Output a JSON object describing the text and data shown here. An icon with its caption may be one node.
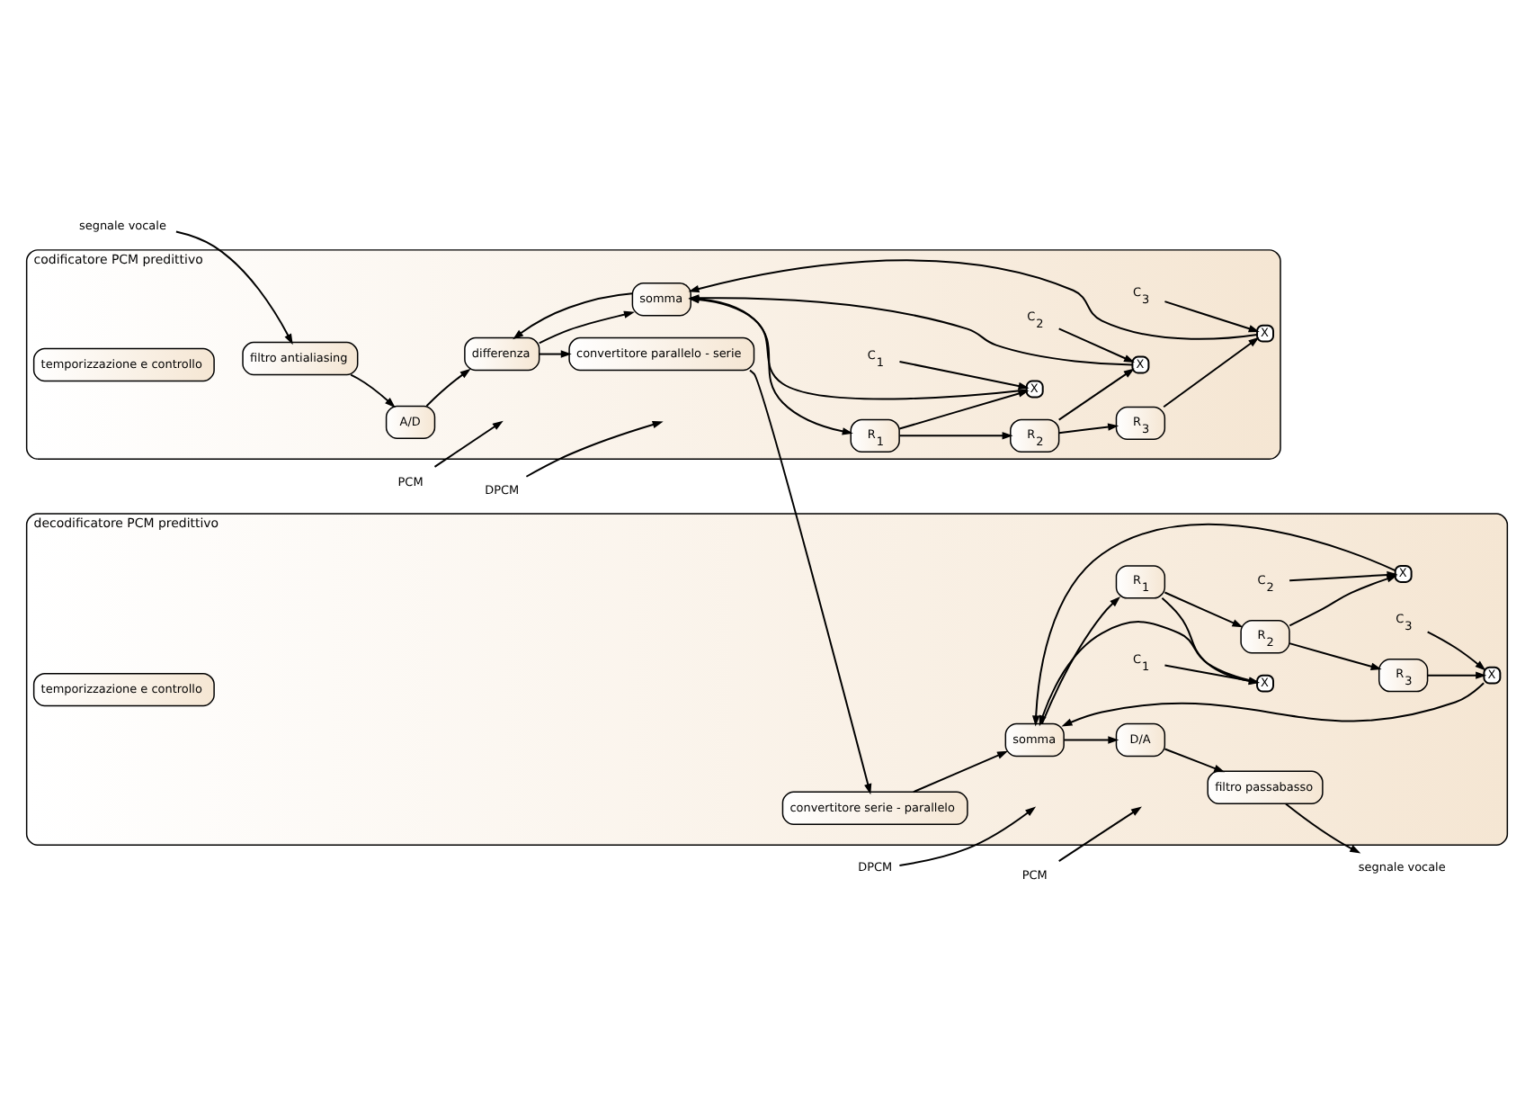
{
  "diagram": {
    "nodes": [
      {
        "text": [
          "segnale vocale"
        ]
      },
      {
        "text": [
          "codificatore PCM predittivo"
        ]
      },
      {
        "text": [
          "filtro antialiasing"
        ],
        "in": 1
      },
      {
        "text": [
          "A/D"
        ],
        "in": 1
      },
      {
        "text": [
          "differenza"
        ],
        "in": 1
      },
      {
        "text": [
          "convertitore parallelo - serie"
        ],
        "in": 1
      },
      {
        "text": [
          "somma"
        ],
        "in": 1
      },
      {
        "text": [
          "temporizzazione e controllo"
        ],
        "in": 1
      },
      {
        "text": [
          "X"
        ],
        "in": 1
      },
      {
        "text": [
          "X"
        ],
        "in": 1
      },
      {
        "text": [
          "X"
        ],
        "in": 1
      },
      {
        "text": [
          "R$_{1}$"
        ],
        "in": 1
      },
      {
        "text": [
          "R$_{2}$"
        ],
        "in": 1
      },
      {
        "text": [
          "R$_{3}$"
        ],
        "in": 1
      },
      {
        "text": [
          "C$_{1}$"
        ],
        "in": 1
      },
      {
        "text": [
          "C$_{2}$"
        ],
        "in": 1
      },
      {
        "text": [
          "C$_{3}$"
        ],
        "in": 1
      },
      {
        "text": [
          "PCM"
        ]
      },
      {
        "text": [
          "DPCM"
        ]
      },
      {
        "text": [
          "decodificatore PCM predittivo"
        ]
      },
      {
        "text": [
          "segnale vocale"
        ]
      },
      {
        "text": [
          "filtro passabasso"
        ],
        "in": 19
      },
      {
        "text": [
          "D/A"
        ],
        "in": 19
      },
      {
        "text": [
          "somma"
        ],
        "in": 19
      },
      {
        "text": [
          "convertitore serie - parallelo"
        ],
        "in": 19
      },
      {
        "text": [
          "temporizzazione e controllo"
        ],
        "in": 19
      },
      {
        "text": [
          "X"
        ],
        "in": 19
      },
      {
        "text": [
          "X"
        ],
        "in": 19
      },
      {
        "text": [
          "X"
        ],
        "in": 19
      },
      {
        "text": [
          "R$_{1}$"
        ],
        "in": 19
      },
      {
        "text": [
          "R$_{2}$"
        ],
        "in": 19
      },
      {
        "text": [
          "R$_{3}$"
        ],
        "in": 19
      },
      {
        "text": [
          "C$_{1}$"
        ],
        "in": 19
      },
      {
        "text": [
          "C$_{2}$"
        ],
        "in": 19
      },
      {
        "text": [
          "C$_{3}$"
        ],
        "in": 19
      },
      {
        "text": [
          "PCM"
        ]
      },
      {
        "text": [
          "DPCM"
        ]
      }
    ],
    "edges": [
      {
        "from": 0,
        "to": 2,
        "arrow": "to"
      },
      {
        "from": 2,
        "to": 3,
        "arrow": "to"
      },
      {
        "from": 3,
        "to": 4,
        "arrow": "to"
      },
      {
        "from": 4,
        "to": 5,
        "arrow": "to"
      },
      {
        "from": 4,
        "to": 6,
        "arrow": "to"
      },
      {
        "from": 6,
        "to": 4,
        "arrow": "to"
      },
      {
        "from": 6,
        "to": 11,
        "arrow": "to"
      },
      {
        "from": 11,
        "to": 12,
        "arrow": "to"
      },
      {
        "from": 12,
        "to": 13,
        "arrow": "to"
      },
      {
        "from": 11,
        "to": 8,
        "arrow": "to"
      },
      {
        "from": 12,
        "to": 9,
        "arrow": "to"
      },
      {
        "from": 13,
        "to": 10,
        "arrow": "to"
      },
      {
        "from": 8,
        "to": 6,
        "arrow": "to"
      },
      {
        "from": 9,
        "to": 6,
        "arrow": "to"
      },
      {
        "from": 10,
        "to": 6,
        "arrow": "to"
      },
      {
        "from": 14,
        "to": 8,
        "arrow": "to"
      },
      {
        "from": 15,
        "to": 9,
        "arrow": "to"
      },
      {
        "from": 16,
        "to": 10,
        "arrow": "to"
      },
      {
        "from": 17,
        "to": null,
        "arrow": "to"
      },
      {
        "from": 18,
        "to": null,
        "arrow": "to"
      },
      {
        "from": 5,
        "to": 24,
        "arrow": "to"
      },
      {
        "from": 24,
        "to": 23,
        "arrow": "to"
      },
      {
        "from": 23,
        "to": 22,
        "arrow": "to"
      },
      {
        "from": 22,
        "to": 21,
        "arrow": "to"
      },
      {
        "from": 21,
        "to": 20,
        "arrow": "to"
      },
      {
        "from": 23,
        "to": 29,
        "arrow": "to"
      },
      {
        "from": 29,
        "to": 30,
        "arrow": "to"
      },
      {
        "from": 30,
        "to": 31,
        "arrow": "to"
      },
      {
        "from": 29,
        "to": 26,
        "arrow": "to"
      },
      {
        "from": 30,
        "to": 27,
        "arrow": "to"
      },
      {
        "from": 31,
        "to": 28,
        "arrow": "to"
      },
      {
        "from": 26,
        "to": 23,
        "arrow": "to"
      },
      {
        "from": 27,
        "to": 23,
        "arrow": "to"
      },
      {
        "from": 28,
        "to": 23,
        "arrow": "to"
      },
      {
        "from": 32,
        "to": 26,
        "arrow": "to"
      },
      {
        "from": 33,
        "to": 27,
        "arrow": "to"
      },
      {
        "from": 34,
        "to": 28,
        "arrow": "to"
      },
      {
        "from": 35,
        "to": null,
        "arrow": "to"
      },
      {
        "from": 36,
        "to": null,
        "arrow": "to"
      }
    ]
  }
}
